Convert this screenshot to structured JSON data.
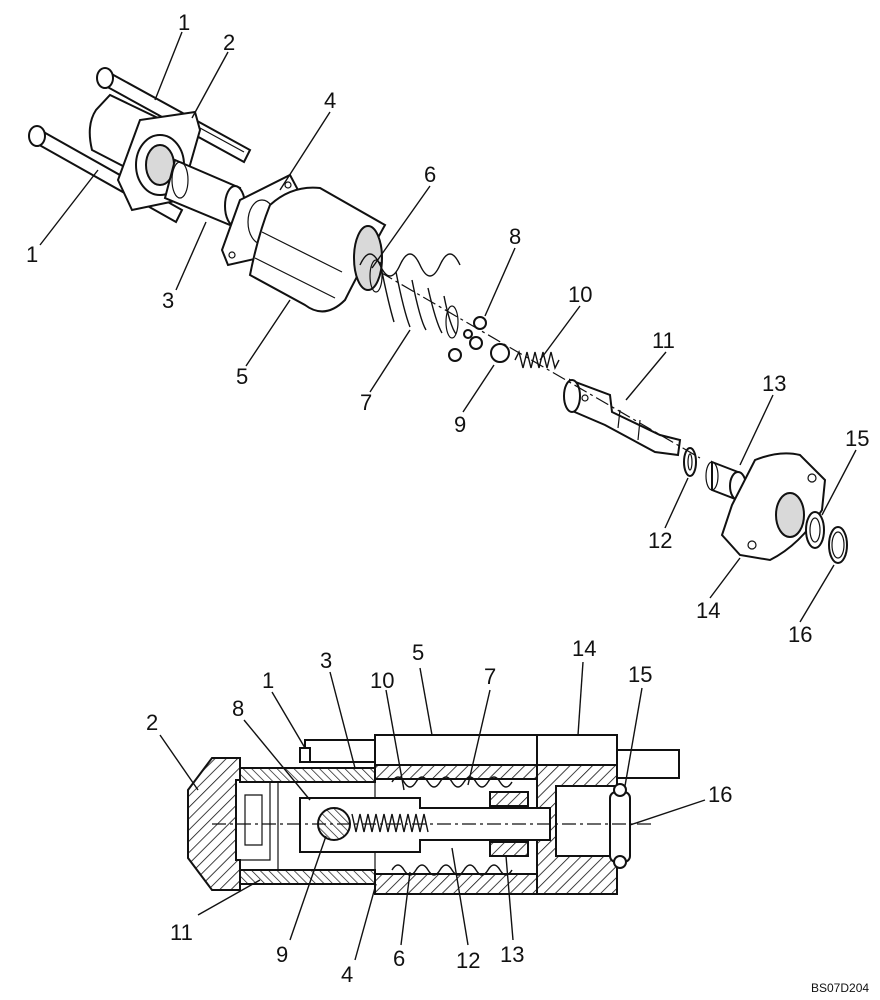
{
  "exploded_view": {
    "labels": [
      "1",
      "2",
      "4",
      "6",
      "8",
      "10",
      "11",
      "13",
      "15",
      "1",
      "3",
      "5",
      "7",
      "9",
      "12",
      "14",
      "16"
    ]
  },
  "section_view": {
    "top_labels": [
      "3",
      "5",
      "14",
      "1",
      "10",
      "7",
      "15",
      "8",
      "2",
      "16"
    ],
    "bottom_labels": [
      "11",
      "9",
      "4",
      "6",
      "12",
      "13"
    ]
  },
  "reference_code": "BS07D204"
}
